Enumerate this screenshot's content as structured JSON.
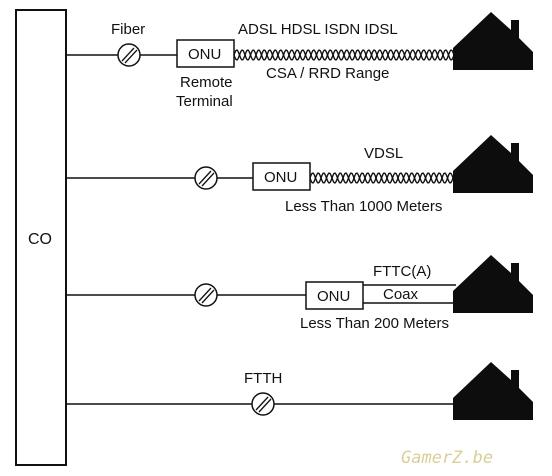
{
  "co": {
    "label": "CO"
  },
  "rows": [
    {
      "id": "row1",
      "fiber_label": "Fiber",
      "onu_label": "ONU",
      "onu_sub_label": "Remote",
      "onu_sub_label_2": "Terminal",
      "top_label": "ADSL HDSL ISDN IDSL",
      "bottom_label": "CSA / RRD Range"
    },
    {
      "id": "row2",
      "onu_label": "ONU",
      "top_label": "VDSL",
      "bottom_label": "Less Than 1000 Meters"
    },
    {
      "id": "row3",
      "onu_label": "ONU",
      "top_label": "FTTC(A)",
      "coax_label": "Coax",
      "bottom_label": "Less Than 200 Meters"
    },
    {
      "id": "row4",
      "fiber_label": "FTTH"
    }
  ],
  "watermark": "GamerZ.be",
  "colors": {
    "line": "#111111",
    "house": "#0d0d0d",
    "watermark": "#d8cf9a"
  },
  "icons": [
    "fiber-splice-icon",
    "twisted-pair-icon",
    "house-icon"
  ]
}
